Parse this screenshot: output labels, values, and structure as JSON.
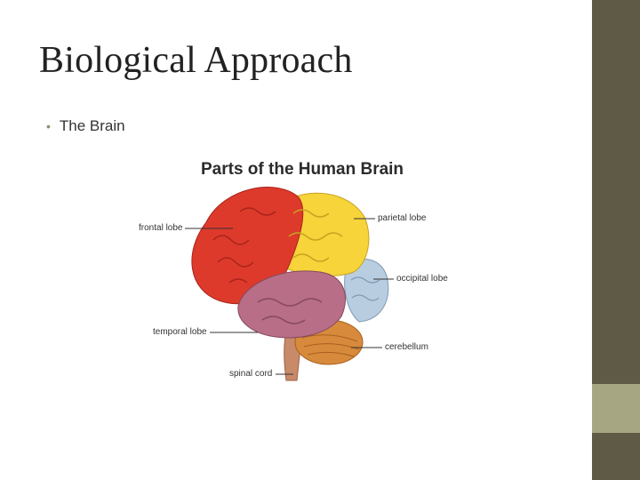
{
  "slide": {
    "title": "Biological Approach",
    "bullets": [
      {
        "text": "The Brain"
      }
    ],
    "colors": {
      "sidebar": "#5f5a45",
      "sidebar_accent": "#a6a682",
      "bullet": "#8f8c74"
    }
  },
  "figure": {
    "title": "Parts of the Human Brain",
    "labels": {
      "frontal": "frontal lobe",
      "parietal": "parietal lobe",
      "occipital": "occipital lobe",
      "temporal": "temporal lobe",
      "cerebellum": "cerebellum",
      "spinal": "spinal cord"
    },
    "colors": {
      "frontal": "#dd3a2c",
      "parietal": "#f6d43a",
      "occipital": "#b8cde0",
      "temporal": "#b76e86",
      "cerebellum": "#d88a3c",
      "brainstem": "#c98a6a"
    }
  }
}
